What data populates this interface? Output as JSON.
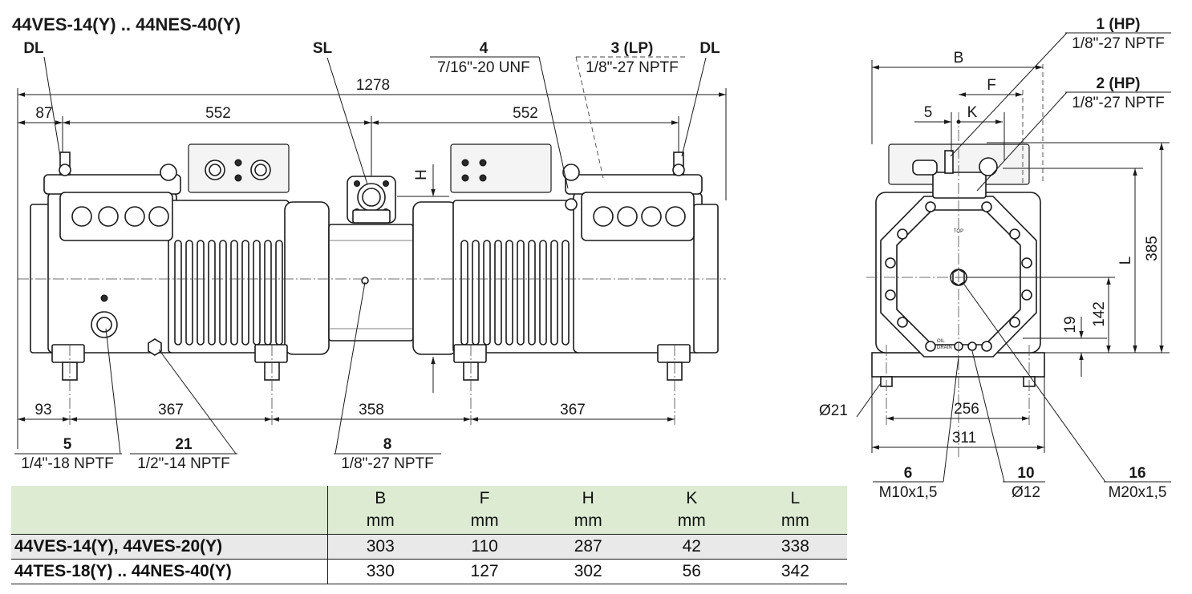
{
  "title": "44VES-14(Y) .. 44NES-40(Y)",
  "side_view": {
    "callouts": {
      "dl_left": "DL",
      "sl": "SL",
      "c4_num": "4",
      "c4_spec": "7/16\"-20 UNF",
      "c3_num": "3 (LP)",
      "c3_spec": "1/8\"-27 NPTF",
      "dl_right": "DL",
      "c5_num": "5",
      "c5_spec": "1/4\"-18 NPTF",
      "c21_num": "21",
      "c21_spec": "1/2\"-14 NPTF",
      "c8_num": "8",
      "c8_spec": "1/8\"-27 NPTF"
    },
    "dims": {
      "overall": "1278",
      "d87": "87",
      "d552a": "552",
      "d552b": "552",
      "h": "H",
      "d93": "93",
      "d367a": "367",
      "d358": "358",
      "d367b": "367"
    }
  },
  "end_view": {
    "callouts": {
      "c1_num": "1 (HP)",
      "c1_spec": "1/8\"-27 NPTF",
      "c2_num": "2 (HP)",
      "c2_spec": "1/8\"-27 NPTF",
      "c6_num": "6",
      "c6_spec": "M10x1,5",
      "c10_num": "10",
      "c10_spec": "Ø12",
      "c16_num": "16",
      "c16_spec": "M20x1,5"
    },
    "dims": {
      "b": "B",
      "f": "F",
      "d5": "5",
      "k": "K",
      "l": "L",
      "d385": "385",
      "d142": "142",
      "d19": "19",
      "d21": "Ø21",
      "d256": "256",
      "d311": "311"
    },
    "marks": {
      "top": "TOP",
      "oil": "OIL",
      "drain": "DRAIN"
    }
  },
  "table": {
    "columns": [
      {
        "name": "B",
        "unit": "mm"
      },
      {
        "name": "F",
        "unit": "mm"
      },
      {
        "name": "H",
        "unit": "mm"
      },
      {
        "name": "K",
        "unit": "mm"
      },
      {
        "name": "L",
        "unit": "mm"
      }
    ],
    "rows": [
      {
        "model": "44VES-14(Y), 44VES-20(Y)",
        "values": [
          "303",
          "110",
          "287",
          "42",
          "338"
        ]
      },
      {
        "model": "44TES-18(Y) .. 44NES-40(Y)",
        "values": [
          "330",
          "127",
          "302",
          "56",
          "342"
        ]
      }
    ]
  },
  "colors": {
    "header_bg": "#dcebd2",
    "row_shade": "#e9e9e9"
  }
}
